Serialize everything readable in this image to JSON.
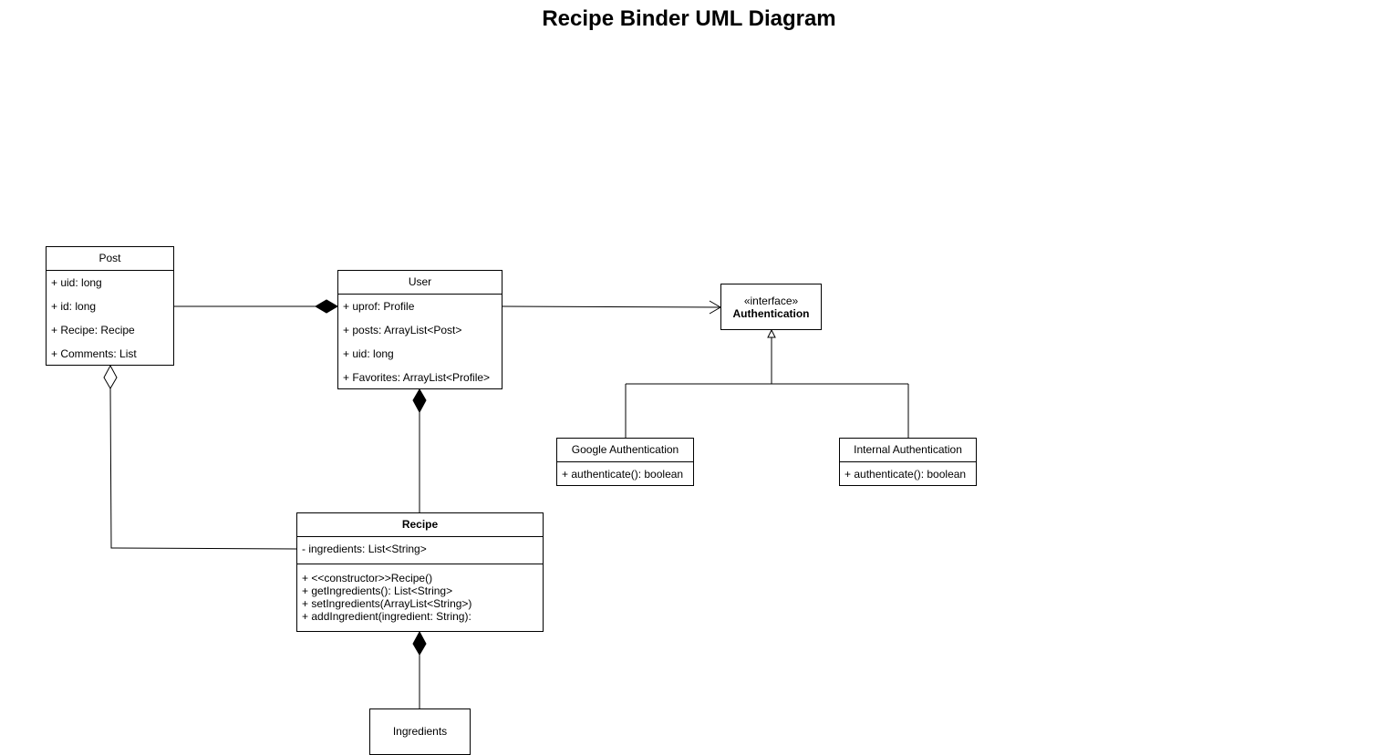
{
  "diagram": {
    "title": "Recipe Binder UML Diagram"
  },
  "classes": {
    "post": {
      "name": "Post",
      "attributes": [
        "+ uid: long",
        "+ id: long",
        "+ Recipe: Recipe",
        "+ Comments: List"
      ]
    },
    "user": {
      "name": "User",
      "attributes": [
        "+ uprof: Profile",
        "+ posts: ArrayList<Post>",
        "+ uid: long",
        "+ Favorites: ArrayList<Profile>"
      ]
    },
    "authentication": {
      "stereotype": "«interface»",
      "name": "Authentication"
    },
    "google_auth": {
      "name": "Google Authentication",
      "operations": [
        "+ authenticate(): boolean"
      ]
    },
    "internal_auth": {
      "name": "Internal Authentication",
      "operations": [
        "+ authenticate(): boolean"
      ]
    },
    "recipe": {
      "name": "Recipe",
      "attributes": [
        "- ingredients: List<String>"
      ],
      "operations": [
        "+ <<constructor>>Recipe()",
        "+ getIngredients(): List<String>",
        "+ setIngredients(ArrayList<String>)",
        "+ addIngredient(ingredient: String):"
      ]
    },
    "ingredients": {
      "name": "Ingredients"
    }
  },
  "relationships": [
    {
      "from": "User",
      "to": "Post",
      "kind": "composition"
    },
    {
      "from": "User",
      "to": "Authentication",
      "kind": "association"
    },
    {
      "from": "Google Authentication",
      "to": "Authentication",
      "kind": "realization"
    },
    {
      "from": "Internal Authentication",
      "to": "Authentication",
      "kind": "realization"
    },
    {
      "from": "User",
      "to": "Recipe",
      "kind": "composition"
    },
    {
      "from": "Post",
      "to": "Recipe",
      "kind": "aggregation"
    },
    {
      "from": "Recipe",
      "to": "Ingredients",
      "kind": "composition"
    }
  ]
}
